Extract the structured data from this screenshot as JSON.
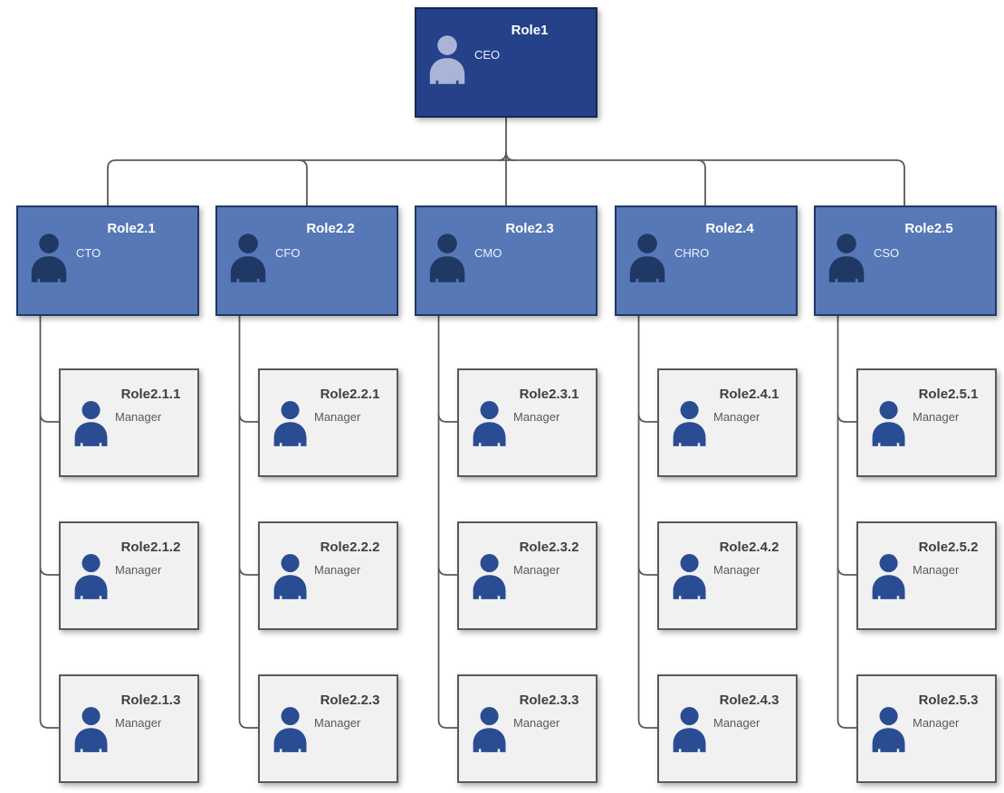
{
  "diagram": {
    "type": "org-chart",
    "root": {
      "title": "Role1",
      "subtitle": "CEO",
      "icon": "person-icon"
    },
    "level2": [
      {
        "title": "Role2.1",
        "subtitle": "CTO",
        "icon": "person-icon",
        "children": [
          {
            "title": "Role2.1.1",
            "subtitle": "Manager",
            "icon": "person-icon"
          },
          {
            "title": "Role2.1.2",
            "subtitle": "Manager",
            "icon": "person-icon"
          },
          {
            "title": "Role2.1.3",
            "subtitle": "Manager",
            "icon": "person-icon"
          }
        ]
      },
      {
        "title": "Role2.2",
        "subtitle": "CFO",
        "icon": "person-icon",
        "children": [
          {
            "title": "Role2.2.1",
            "subtitle": "Manager",
            "icon": "person-icon"
          },
          {
            "title": "Role2.2.2",
            "subtitle": "Manager",
            "icon": "person-icon"
          },
          {
            "title": "Role2.2.3",
            "subtitle": "Manager",
            "icon": "person-icon"
          }
        ]
      },
      {
        "title": "Role2.3",
        "subtitle": "CMO",
        "icon": "person-icon",
        "children": [
          {
            "title": "Role2.3.1",
            "subtitle": "Manager",
            "icon": "person-icon"
          },
          {
            "title": "Role2.3.2",
            "subtitle": "Manager",
            "icon": "person-icon"
          },
          {
            "title": "Role2.3.3",
            "subtitle": "Manager",
            "icon": "person-icon"
          }
        ]
      },
      {
        "title": "Role2.4",
        "subtitle": "CHRO",
        "icon": "person-icon",
        "children": [
          {
            "title": "Role2.4.1",
            "subtitle": "Manager",
            "icon": "person-icon"
          },
          {
            "title": "Role2.4.2",
            "subtitle": "Manager",
            "icon": "person-icon"
          },
          {
            "title": "Role2.4.3",
            "subtitle": "Manager",
            "icon": "person-icon"
          }
        ]
      },
      {
        "title": "Role2.5",
        "subtitle": "CSO",
        "icon": "person-icon",
        "children": [
          {
            "title": "Role2.5.1",
            "subtitle": "Manager",
            "icon": "person-icon"
          },
          {
            "title": "Role2.5.2",
            "subtitle": "Manager",
            "icon": "person-icon"
          },
          {
            "title": "Role2.5.3",
            "subtitle": "Manager",
            "icon": "person-icon"
          }
        ]
      }
    ],
    "colors": {
      "level1_fill": "#24418A",
      "level1_border": "#16294F",
      "level1_icon": "#A9B4D6",
      "level2_fill": "#5778B7",
      "level2_border": "#1F3864",
      "level2_icon": "#1F3864",
      "level3_fill": "#F1F1F1",
      "level3_border": "#595959",
      "level3_icon": "#2A4C92",
      "connector": "#595959",
      "title_light": "#FFFFFF",
      "subtitle_light": "#EDF1F7",
      "title_dark": "#404040",
      "subtitle_dark": "#595959"
    }
  }
}
